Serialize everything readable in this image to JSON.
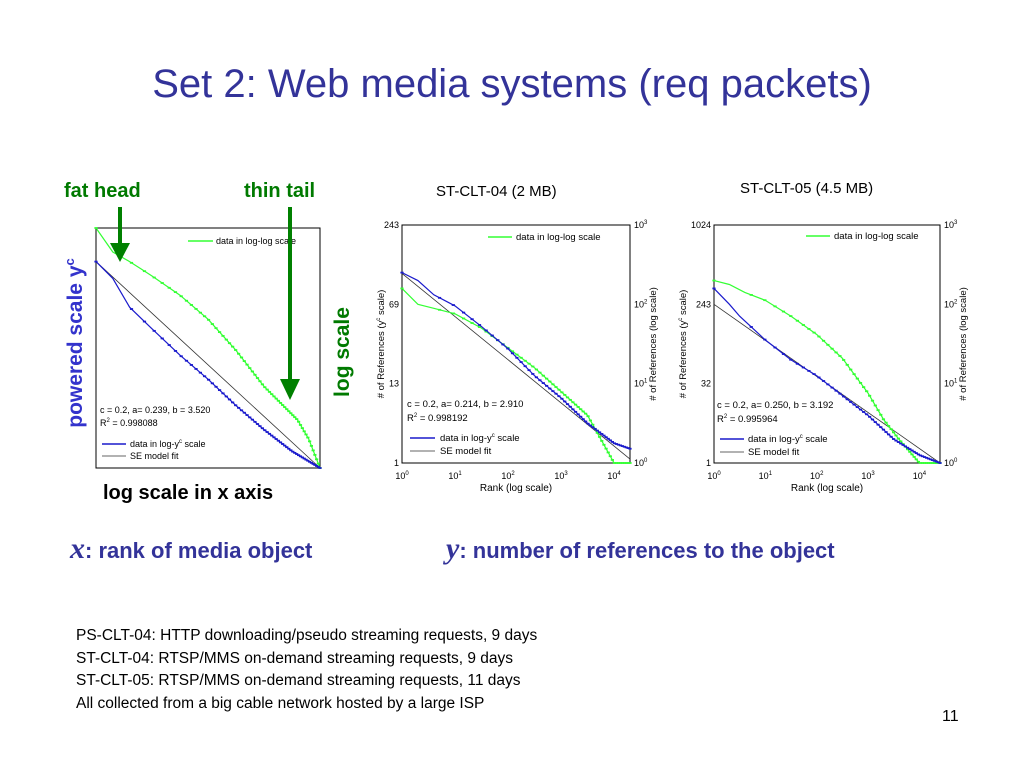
{
  "slide": {
    "title": "Set 2: Web media systems (req packets)",
    "page_number": "11"
  },
  "annotations": {
    "fat_head": "fat head",
    "thin_tail": "thin tail",
    "powered_scale_label": "powered scale y",
    "powered_scale_sup": "c",
    "log_scale_label": "log scale",
    "x_axis_note": "log scale in x axis",
    "arrow_color": "#008000"
  },
  "definitions": {
    "x_var": "x",
    "x_text": ": rank of media object",
    "y_var": "y",
    "y_text": ": number of references to the object"
  },
  "notes": [
    "PS-CLT-04: HTTP downloading/pseudo streaming requests, 9 days",
    "ST-CLT-04: RTSP/MMS on-demand streaming requests, 9 days",
    "ST-CLT-05: RTSP/MMS on-demand streaming requests, 11 days",
    "All collected from a big cable network hosted by a large ISP"
  ],
  "colors": {
    "title": "#333399",
    "green_series": "#33ff33",
    "blue_series": "#1a1acc",
    "fit_line": "#333333",
    "annotation_green": "#007a00"
  },
  "chart_data": [
    {
      "type": "line",
      "title": "",
      "legend_top": "data in log-log scale",
      "legend_bottom": [
        "data in log-y",
        "c",
        " scale"
      ],
      "legend_fit": "SE model fit",
      "fit_params": "c = 0.2, a= 0.239, b = 3.520",
      "r2_label": "R",
      "r2_sup": "2",
      "r2_value": " = 0.998088",
      "series": [
        {
          "name": "data in log-log scale",
          "color": "#33ff33",
          "x": [
            0,
            0.15,
            0.3,
            0.6,
            0.8,
            1.0,
            1.5,
            2.0,
            2.5,
            3.0,
            3.3,
            3.6,
            3.8,
            4.0
          ],
          "y": [
            1.0,
            0.95,
            0.9,
            0.86,
            0.83,
            0.8,
            0.72,
            0.62,
            0.49,
            0.34,
            0.27,
            0.2,
            0.12,
            0.0
          ]
        },
        {
          "name": "data in log-y c scale",
          "color": "#1a1acc",
          "x": [
            0,
            0.3,
            0.6,
            1.0,
            1.5,
            2.0,
            2.5,
            3.0,
            3.5,
            4.0
          ],
          "y": [
            0.86,
            0.79,
            0.67,
            0.58,
            0.47,
            0.37,
            0.26,
            0.16,
            0.07,
            0.0
          ]
        }
      ],
      "fit": {
        "name": "SE model fit",
        "x": [
          0,
          4
        ],
        "y": [
          0.86,
          0.0
        ]
      }
    },
    {
      "type": "line",
      "title": "ST-CLT-04 (2 MB)",
      "xlabel": "Rank (log scale)",
      "ylabel_left": [
        "# of References (y",
        "c",
        " scale)"
      ],
      "ylabel_right": "# of References (log scale)",
      "y_ticks_left": [
        "243",
        "69",
        "13",
        "1"
      ],
      "y_ticks_right": [
        [
          "10",
          "3"
        ],
        [
          "10",
          "2"
        ],
        [
          "10",
          "1"
        ],
        [
          "10",
          "0"
        ]
      ],
      "x_ticks": [
        [
          "10",
          "0"
        ],
        [
          "10",
          "1"
        ],
        [
          "10",
          "2"
        ],
        [
          "10",
          "3"
        ],
        [
          "10",
          "4"
        ]
      ],
      "legend_top": "data in log-log scale",
      "legend_bottom": [
        "data in log-y",
        "c",
        " scale"
      ],
      "legend_fit": "SE model fit",
      "fit_params": "c = 0.2, a= 0.214, b = 2.910",
      "r2_label": "R",
      "r2_sup": "2",
      "r2_value": " = 0.998192",
      "xlim": [
        0,
        4.3
      ],
      "series": [
        {
          "name": "data in log-log scale",
          "color": "#33ff33",
          "x": [
            0,
            0.3,
            0.6,
            1.0,
            1.5,
            2.0,
            2.5,
            3.0,
            3.5,
            4.0,
            4.3
          ],
          "y": [
            2.2,
            2.0,
            1.95,
            1.88,
            1.7,
            1.45,
            1.2,
            0.9,
            0.6,
            0.0,
            0.0
          ]
        },
        {
          "name": "data in log-y c scale",
          "color": "#1a1acc",
          "x": [
            0,
            0.3,
            0.6,
            1.0,
            1.5,
            2.0,
            2.5,
            3.0,
            3.5,
            4.0,
            4.3
          ],
          "y": [
            2.4,
            2.3,
            2.12,
            1.98,
            1.72,
            1.44,
            1.1,
            0.82,
            0.5,
            0.25,
            0.18
          ]
        }
      ],
      "fit": {
        "name": "SE model fit",
        "x": [
          0,
          4.3
        ],
        "y": [
          2.39,
          0.05
        ]
      }
    },
    {
      "type": "line",
      "title": "ST-CLT-05 (4.5 MB)",
      "xlabel": "Rank (log scale)",
      "ylabel_left": [
        "# of References (y",
        "c",
        " scale)"
      ],
      "ylabel_right": "# of References (log scale)",
      "y_ticks_left": [
        "1024",
        "243",
        "32",
        "1"
      ],
      "y_ticks_right": [
        [
          "10",
          "3"
        ],
        [
          "10",
          "2"
        ],
        [
          "10",
          "1"
        ],
        [
          "10",
          "0"
        ]
      ],
      "x_ticks": [
        [
          "10",
          "0"
        ],
        [
          "10",
          "1"
        ],
        [
          "10",
          "2"
        ],
        [
          "10",
          "3"
        ],
        [
          "10",
          "4"
        ]
      ],
      "legend_top": "data in log-log scale",
      "legend_bottom": [
        "data in log-y",
        "c",
        " scale"
      ],
      "legend_fit": "SE model fit",
      "fit_params": "c = 0.2, a= 0.250, b = 3.192",
      "r2_label": "R",
      "r2_sup": "2",
      "r2_value": " = 0.995964",
      "xlim": [
        0,
        4.4
      ],
      "series": [
        {
          "name": "data in log-log scale",
          "color": "#33ff33",
          "x": [
            0,
            0.3,
            0.6,
            1.0,
            1.5,
            2.0,
            2.5,
            3.0,
            3.3,
            3.6,
            4.0,
            4.4
          ],
          "y": [
            2.3,
            2.25,
            2.15,
            2.05,
            1.85,
            1.62,
            1.32,
            0.88,
            0.55,
            0.3,
            0.0,
            0.0
          ]
        },
        {
          "name": "data in log-y c scale",
          "color": "#1a1acc",
          "x": [
            0,
            0.3,
            0.5,
            1.0,
            1.5,
            2.0,
            2.5,
            3.0,
            3.5,
            4.0,
            4.4
          ],
          "y": [
            2.2,
            2.0,
            1.85,
            1.55,
            1.3,
            1.1,
            0.85,
            0.6,
            0.3,
            0.1,
            0.0
          ]
        }
      ],
      "fit": {
        "name": "SE model fit",
        "x": [
          0,
          4.4
        ],
        "y": [
          2.0,
          0.0
        ]
      }
    }
  ]
}
